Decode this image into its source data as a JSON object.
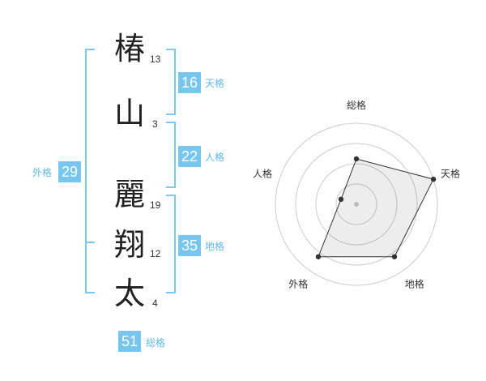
{
  "name": {
    "chars": [
      {
        "char": "椿",
        "strokes": "13"
      },
      {
        "char": "山",
        "strokes": "3"
      },
      {
        "char": "麗",
        "strokes": "19"
      },
      {
        "char": "翔",
        "strokes": "12"
      },
      {
        "char": "太",
        "strokes": "4"
      }
    ]
  },
  "fortune": {
    "tenkaku": {
      "value": "16",
      "label": "天格"
    },
    "jinkaku": {
      "value": "22",
      "label": "人格"
    },
    "chikaku": {
      "value": "35",
      "label": "地格"
    },
    "gaikaku": {
      "value": "29",
      "label": "外格"
    },
    "soukaku": {
      "value": "51",
      "label": "総格"
    }
  },
  "colors": {
    "accent": "#77c6f0",
    "label": "#5fb8e8",
    "bracket": "#7cc8f0"
  },
  "chart_data": {
    "type": "radar",
    "categories": [
      "総格",
      "天格",
      "地格",
      "外格",
      "人格"
    ],
    "values": [
      2.8,
      5,
      4,
      4,
      1
    ],
    "rmax": 5,
    "rings": 4
  }
}
